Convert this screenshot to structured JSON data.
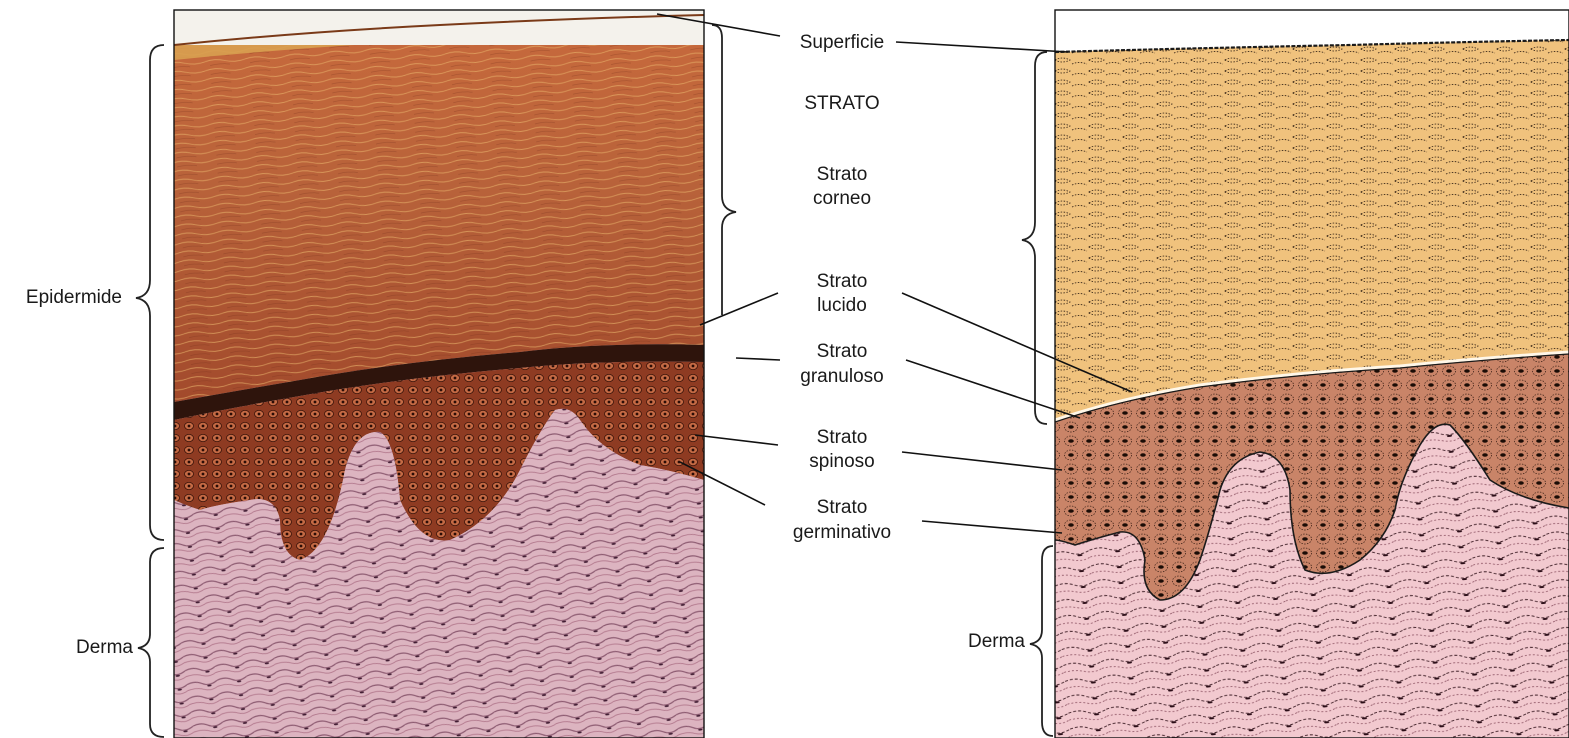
{
  "labels_left": {
    "epidermide": "Epidermide",
    "derma": "Derma"
  },
  "labels_center": {
    "superficie": "Superficie",
    "strato": "STRATO",
    "corneo_1": "Strato",
    "corneo_2": "corneo",
    "lucido_1": "Strato",
    "lucido_2": "lucido",
    "granuloso_1": "Strato",
    "granuloso_2": "granuloso",
    "spinoso_1": "Strato",
    "spinoso_2": "spinoso",
    "germinativo_1": "Strato",
    "germinativo_2": "germinativo"
  },
  "labels_right": {
    "derma": "Derma"
  },
  "colors": {
    "micro_corneum": "#b8623a",
    "micro_corneum_light": "#d89a5c",
    "micro_granular": "#3a1a10",
    "micro_spinous": "#8a3a22",
    "micro_dermis": "#d9b0bd",
    "drawing_corneum": "#f0c27d",
    "drawing_epidermis": "#c98468",
    "drawing_dermis": "#f2c9cf",
    "ink": "#1a1a1a"
  }
}
